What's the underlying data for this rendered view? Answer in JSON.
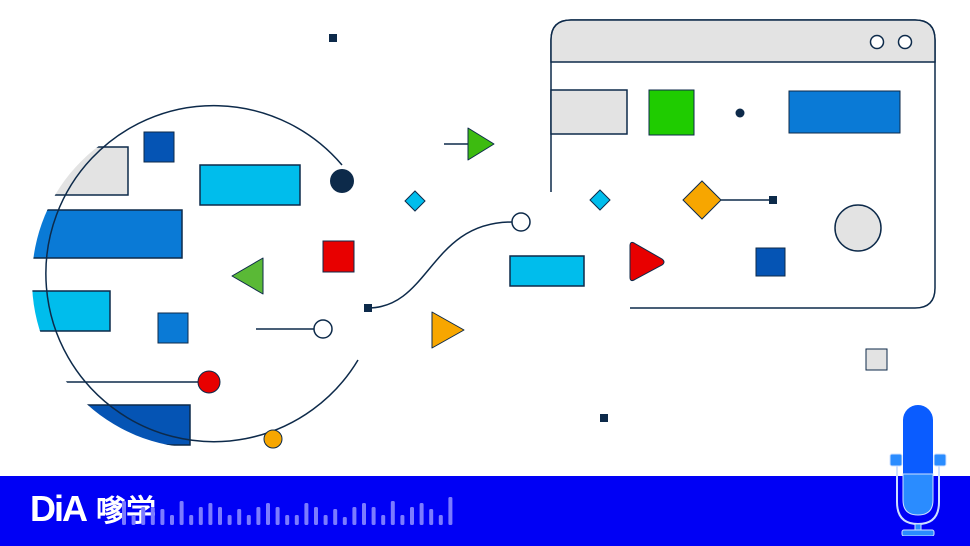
{
  "brand": {
    "logo_en": "DiA",
    "logo_cn": "嗲学"
  },
  "colors": {
    "banner": "#0000f5",
    "navy": "#0d2a4a",
    "blue": "#0a7ad6",
    "cyan": "#00bdec",
    "green": "#1fcc00",
    "red": "#e80000",
    "orange": "#f7a600",
    "grey": "#e3e3e3"
  },
  "icons": [
    "microphone-icon",
    "browser-window-illustration",
    "magnifier-circle-illustration",
    "audio-wave-icon"
  ]
}
